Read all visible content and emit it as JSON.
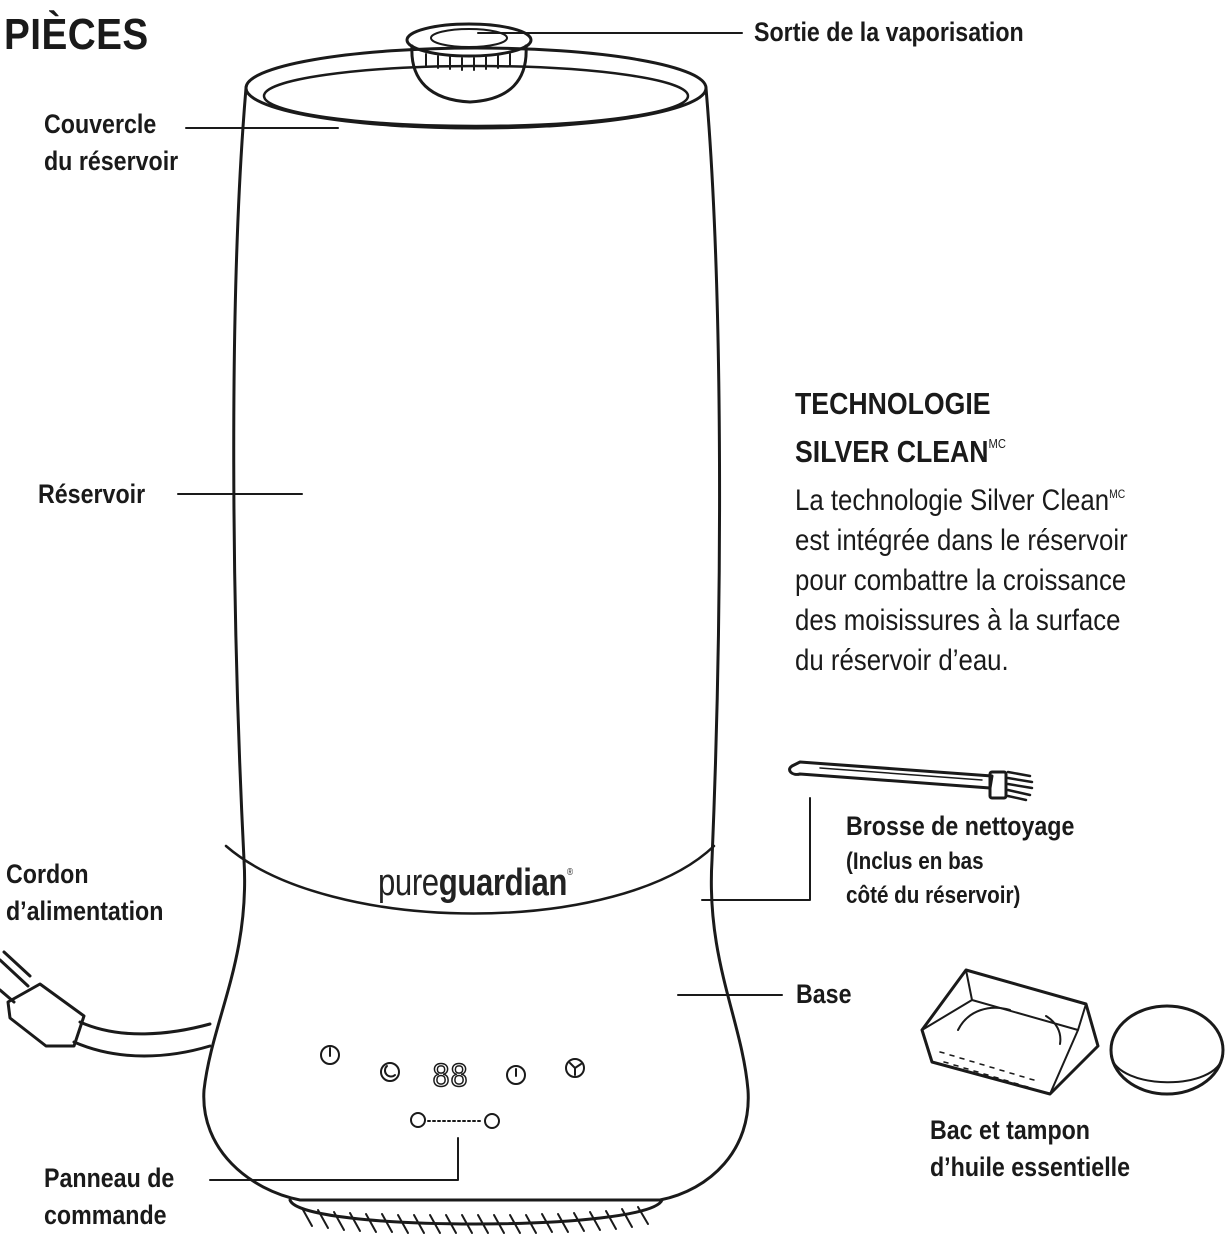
{
  "title": "PIÈCES",
  "labels": {
    "spray_outlet": "Sortie de la vaporisation",
    "lid_line1": "Couvercle",
    "lid_line2": "du réservoir",
    "tank": "Réservoir",
    "cord_line1": "Cordon",
    "cord_line2": "d’alimentation",
    "control_line1": "Panneau de",
    "control_line2": "commande",
    "base": "Base",
    "brush_title": "Brosse de nettoyage",
    "brush_note1": "(Inclus en bas",
    "brush_note2": "côté du réservoir)",
    "tray_line1": "Bac et tampon",
    "tray_line2": "d’huile essentielle"
  },
  "technology": {
    "title_line1": "TECHNOLOGIE",
    "title_line2": "SILVER CLEAN",
    "mark": "MC",
    "body_line1": "La technologie Silver Clean",
    "body_line2": "est intégrée dans le réservoir",
    "body_line3": "pour combattre la croissance",
    "body_line4": "des moisissures à la surface",
    "body_line5": "du réservoir d’eau."
  },
  "brand": {
    "part1": "pure",
    "part2": "guardian",
    "mark": "®"
  },
  "display": {
    "digits": "88"
  },
  "colors": {
    "ink": "#1a1a1a",
    "background": "#ffffff"
  }
}
